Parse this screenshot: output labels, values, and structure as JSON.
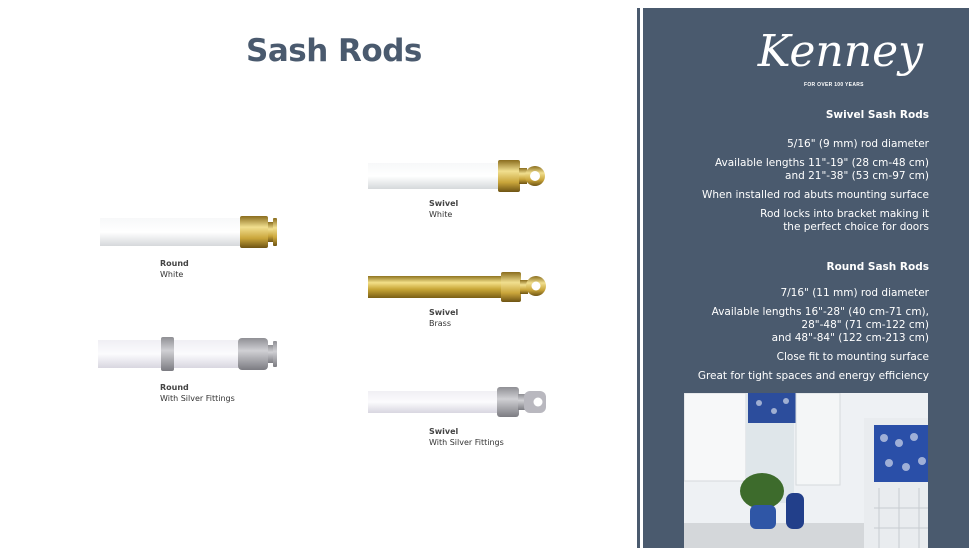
{
  "page": {
    "title": "Sash Rods"
  },
  "products": [
    {
      "type": "Round",
      "finish": "White"
    },
    {
      "type": "Round",
      "finish": "With Silver Fittings"
    },
    {
      "type": "Swivel",
      "finish": "White"
    },
    {
      "type": "Swivel",
      "finish": "Brass"
    },
    {
      "type": "Swivel",
      "finish": "With Silver Fittings"
    }
  ],
  "panel": {
    "brand": "Kenney",
    "tagline": "FOR OVER 100 YEARS",
    "swivel": {
      "heading": "Swivel Sash Rods",
      "specs": [
        "5/16\" (9 mm) rod diameter",
        "Available lengths 11\"-19\" (28 cm-48 cm)\nand 21\"-38\" (53 cm-97 cm)",
        "When installed rod abuts mounting surface",
        "Rod locks into bracket making it\nthe perfect choice for doors"
      ]
    },
    "round": {
      "heading": "Round Sash Rods",
      "specs": [
        "7/16\" (11 mm) rod diameter",
        "Available lengths 16\"-28\" (40 cm-71 cm),\n28\"-48\" (71 cm-122 cm)\nand 48\"-84\" (122 cm-213 cm)",
        "Close fit to mounting surface",
        "Great for tight spaces and energy efficiency"
      ]
    },
    "photo_alt": "Kitchen with blue and white patterned roman shades and ginger jars"
  },
  "colors": {
    "panel": "#4a5a6e",
    "title": "#4a5a6e",
    "brass": "#c9a53a",
    "silver": "#a9a9ad"
  }
}
